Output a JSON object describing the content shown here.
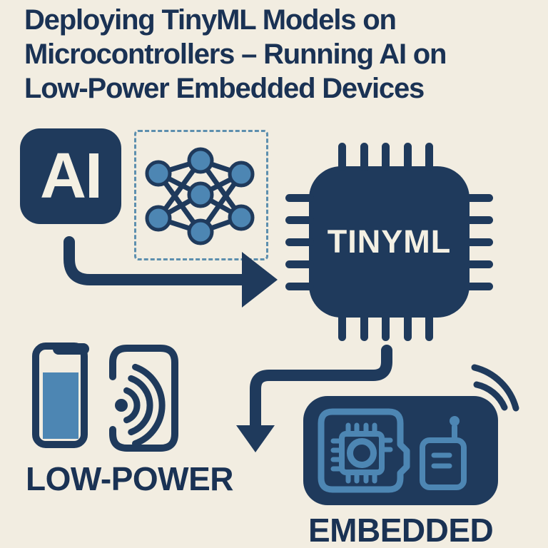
{
  "title": {
    "line1": "Deploying TinyML Models on",
    "line2": "Microcontrollers – Running AI on",
    "line3": "Low-Power Embedded Devices"
  },
  "badges": {
    "ai": "AI",
    "chip": "TINYML"
  },
  "captions": {
    "low_power": "LOW-POWER",
    "embedded": "EMBEDDED"
  },
  "icons": {
    "ai_badge": "ai-badge",
    "neural_network": "neural-network-icon",
    "arrow_right": "arrow-right-icon",
    "microcontroller": "microcontroller-chip-icon",
    "arrow_down": "arrow-down-icon",
    "battery": "battery-icon",
    "phone_signal": "phone-signal-icon",
    "embedded_board": "embedded-board-icon",
    "board_chip": "board-chip-icon",
    "radio_antenna": "radio-antenna-icon",
    "wifi_waves": "wifi-waves-icon"
  },
  "colors": {
    "background": "#f2ede1",
    "navy": "#1f3a5c",
    "title_text": "#1a3254",
    "accent_blue": "#4d86b3",
    "dashed_border": "#5d8fae",
    "light_text": "#f4f0e3"
  }
}
